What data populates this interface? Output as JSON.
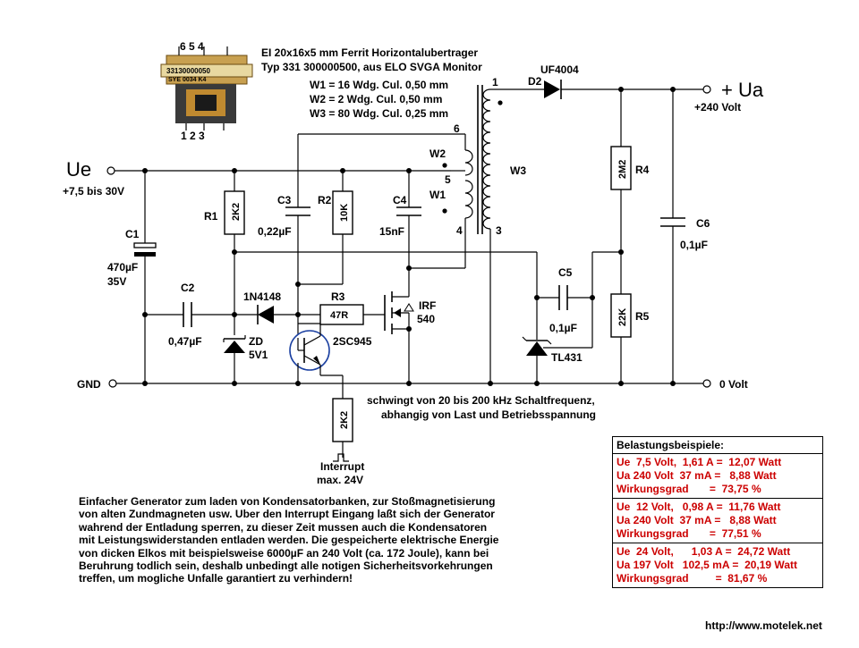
{
  "header": {
    "line1": "EI 20x16x5 mm Ferrit Horizontalubertrager",
    "line2": "Typ 331 300000500, aus ELO SVGA Monitor"
  },
  "windings": {
    "w1": "W1 = 16 Wdg. Cul. 0,50 mm",
    "w2": "W2 =   2 Wdg. Cul. 0,50 mm",
    "w3": "W3 = 80 Wdg. Cul. 0,25 mm"
  },
  "photo": {
    "pins_top": "6  5  4",
    "pins_bottom": "1  2  3",
    "label1": "33130000050",
    "label2": "SYE  0034 K4"
  },
  "labels": {
    "ue": "Ue",
    "ue_range": "+7,5 bis 30V",
    "ua": "+ Ua",
    "ua_volt": "+240 Volt",
    "gnd": "GND",
    "zero_volt": "0 Volt",
    "c1": "C1",
    "c1_val1": "470µF",
    "c1_val2": "35V",
    "c2": "C2",
    "c2_val": "0,47µF",
    "r1": "R1",
    "r1_val": "2K2",
    "c3": "C3",
    "c3_val": "0,22µF",
    "r2": "R2",
    "r2_val": "10K",
    "c4": "C4",
    "c4_val": "15nF",
    "r3": "R3",
    "r3_val": "47R",
    "d1": "1N4148",
    "zd": "ZD",
    "zd_val": "5V1",
    "transistor": "2SC945",
    "mosfet1": "IRF",
    "mosfet2": "540",
    "r_int": "2K2",
    "interrupt1": "Interrupt",
    "interrupt2": "max. 24V",
    "d2": "D2",
    "d2_val": "UF4004",
    "r4": "R4",
    "r4_val": "2M2",
    "r5": "R5",
    "r5_val": "22K",
    "c5": "C5",
    "c5_val": "0,1µF",
    "c6": "C6",
    "c6_val": "0,1µF",
    "tl431": "TL431",
    "w1": "W1",
    "w2": "W2",
    "w3": "W3",
    "pin1": "1",
    "pin3": "3",
    "pin4": "4",
    "pin5": "5",
    "pin6": "6",
    "freq1": "schwingt von 20 bis 200 kHz Schaltfrequenz,",
    "freq2": "abhangig von Last und Betriebsspannung"
  },
  "description": "Einfacher Generator zum laden von Kondensatorbanken, zur Stoßmagnetisierung\nvon alten Zundmagneten usw. Uber den Interrupt Eingang laßt sich der Generator\nwahrend der Entladung sperren, zu dieser Zeit mussen auch die Kondensatoren\nmit Leistungswiderstanden entladen werden. Die gespeicherte elektrische Energie\nvon dicken Elkos mit beispielsweise 6000µF an 240 Volt (ca. 172 Joule), kann bei\nBeruhrung todlich sein, deshalb  unbedingt alle notigen Sicherheitsvorkehrungen\ntreffen, um mogliche Unfalle garantiert zu verhindern!",
  "table": {
    "title": "Belastungsbeispiele:",
    "blocks": [
      [
        "Ue  7,5 Volt,  1,61 A =  12,07 Watt",
        "Ua 240 Volt  37 mA =   8,88 Watt",
        "Wirkungsgrad       =  73,75 %"
      ],
      [
        "Ue  12 Volt,   0,98 A =  11,76 Watt",
        "Ua 240 Volt  37 mA =   8,88 Watt",
        "Wirkungsgrad       =  77,51 %"
      ],
      [
        "Ue  24 Volt,      1,03 A =  24,72 Watt",
        "Ua 197 Volt   102,5 mA =  20,19 Watt",
        "Wirkungsgrad         =  81,67 %"
      ]
    ]
  },
  "url": "http://www.motelek.net",
  "colors": {
    "text": "#000000",
    "table_text": "#cc0000",
    "background": "#ffffff"
  }
}
